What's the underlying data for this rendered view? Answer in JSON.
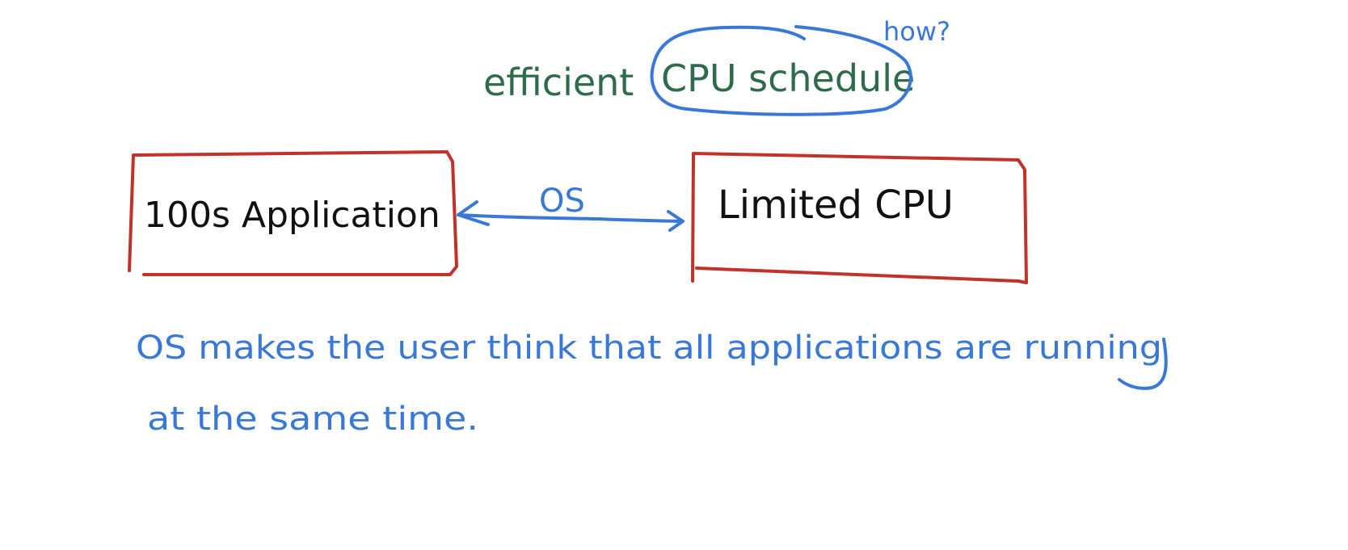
{
  "colors": {
    "green_ink": "#2e6b4a",
    "blue_ink": "#3a78d8",
    "red_ink": "#c0322a",
    "black_ink": "#111111",
    "background": "#ffffff"
  },
  "heading": {
    "prefix": "efficient",
    "circled": "CPU schedule",
    "question": "how?"
  },
  "left_box": {
    "label": "100s Application"
  },
  "connector": {
    "label": "OS"
  },
  "right_box": {
    "label": "Limited CPU"
  },
  "note": {
    "line1": "OS makes the user think that all applications are running",
    "line2": "at the same time."
  }
}
